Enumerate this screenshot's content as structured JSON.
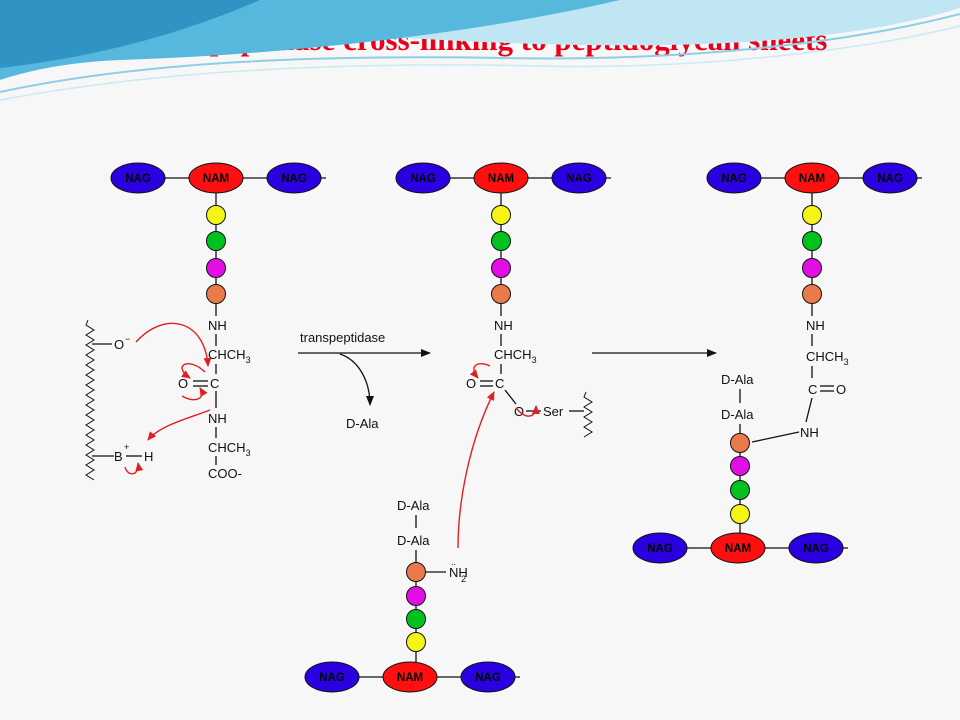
{
  "title": "Transpeptidase cross-linking to peptidoglycan sheets",
  "colors": {
    "title": "#e8001c",
    "nag": "#2a00e0",
    "nam": "#ff1010",
    "aa1": "#f4f416",
    "aa2": "#00c21e",
    "aa3": "#e30ee3",
    "aa4": "#ea7a4a",
    "arrow": "#e02020"
  },
  "sugars": {
    "nag": "NAG",
    "nam": "NAM"
  },
  "panel1": {
    "nh_top": "NH",
    "chch3_top": "CHCH",
    "sub3": "3",
    "o_minus": "O",
    "minus": "−",
    "o_carbonyl": "O",
    "c_carbonyl": "C",
    "nh_mid": "NH",
    "chch3_bot": "CHCH",
    "coo": "COO-",
    "b": "B",
    "plus": "+",
    "h": "H"
  },
  "reagent": {
    "enzyme": "transpeptidase",
    "leaving": "D-Ala"
  },
  "panel2": {
    "nh": "NH",
    "chch3": "CHCH",
    "o_carbonyl": "O",
    "c_carbonyl": "C",
    "o_ester": "O",
    "ser": "Ser",
    "dala1": "D-Ala",
    "dala2": "D-Ala",
    "nh2": "NH",
    "nh2_sub": "2",
    "lone_pair": ".."
  },
  "panel3": {
    "nh": "NH",
    "chch3": "CHCH",
    "c": "C",
    "o": "O",
    "nh_link": "NH",
    "dala1": "D-Ala",
    "dala2": "D-Ala"
  }
}
